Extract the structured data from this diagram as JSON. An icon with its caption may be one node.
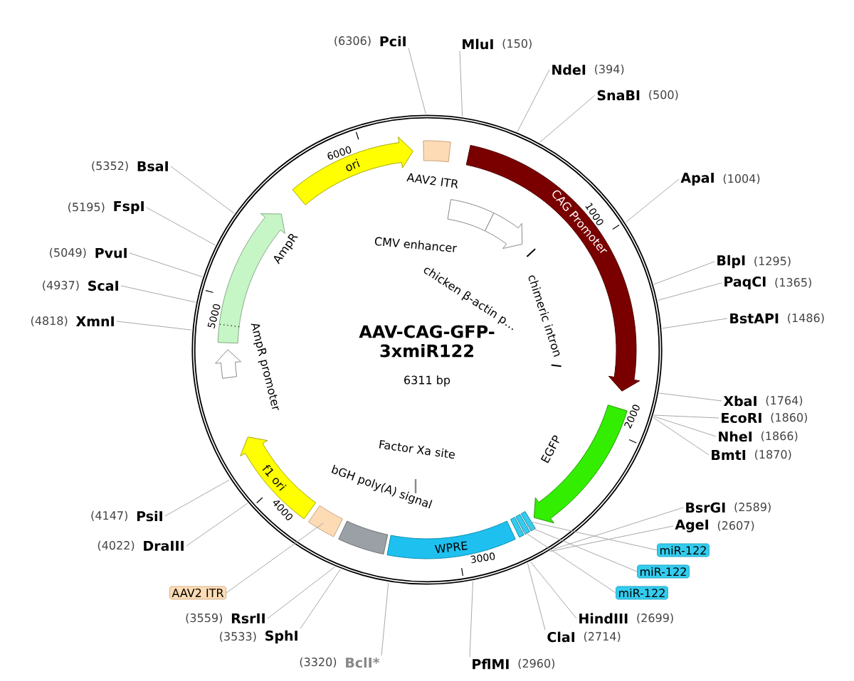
{
  "diagram": {
    "title": "AAV-CAG-GFP-3xmiR122",
    "nodes": [
      {
        "text": [
          "PciI"
        ],
        "beside": [
          "(6306)"
        ]
      },
      {
        "text": [
          "MluI"
        ],
        "beside": [
          "(150)"
        ]
      },
      {
        "text": [
          "NdeI"
        ],
        "beside": [
          "(394)"
        ]
      },
      {
        "text": [
          "SnaBI"
        ],
        "beside": [
          "(500)"
        ]
      },
      {
        "text": [
          "ApaI"
        ],
        "beside": [
          "(1004)"
        ]
      },
      {
        "text": [
          "BlpI"
        ],
        "beside": [
          "(1295)"
        ]
      },
      {
        "text": [
          "PaqCI"
        ],
        "beside": [
          "(1365)"
        ]
      },
      {
        "text": [
          "BstAPI"
        ],
        "beside": [
          "(1486)"
        ]
      },
      {
        "text": [
          "XbaI"
        ],
        "beside": [
          "(1764)"
        ]
      },
      {
        "text": [
          "EcoRI"
        ],
        "beside": [
          "(1860)"
        ]
      },
      {
        "text": [
          "NheI"
        ],
        "beside": [
          "(1866)"
        ]
      },
      {
        "text": [
          "BmtI"
        ],
        "beside": [
          "(1870)"
        ]
      },
      {
        "text": [
          "BsrGI"
        ],
        "beside": [
          "(2589)"
        ]
      },
      {
        "text": [
          "AgeI"
        ],
        "beside": [
          "(2607)"
        ]
      },
      {
        "text": [
          "miR-122"
        ]
      },
      {
        "text": [
          "miR-122"
        ]
      },
      {
        "text": [
          "miR-122"
        ]
      },
      {
        "text": [
          "HindIII"
        ],
        "beside": [
          "(2699)"
        ]
      },
      {
        "text": [
          "ClaI"
        ],
        "beside": [
          "(2714)"
        ]
      },
      {
        "text": [
          "PflMI"
        ],
        "beside": [
          "(2960)"
        ]
      },
      {
        "text": [
          "BclI*"
        ],
        "beside": [
          "(3320)"
        ]
      },
      {
        "text": [
          "SphI"
        ],
        "beside": [
          "(3533)"
        ]
      },
      {
        "text": [
          "RsrII"
        ],
        "beside": [
          "(3559)"
        ]
      },
      {
        "text": [
          "AAV2 ITR"
        ]
      },
      {
        "text": [
          "DraIII"
        ],
        "beside": [
          "(4022)"
        ]
      },
      {
        "text": [
          "PsiI"
        ],
        "beside": [
          "(4147)"
        ]
      },
      {
        "text": [
          "XmnI"
        ],
        "beside": [
          "(4818)"
        ]
      },
      {
        "text": [
          "ScaI"
        ],
        "beside": [
          "(4937)"
        ]
      },
      {
        "text": [
          "PvuI"
        ],
        "beside": [
          "(5049)"
        ]
      },
      {
        "text": [
          "FspI"
        ],
        "beside": [
          "(5195)"
        ]
      },
      {
        "text": [
          "BsaI"
        ],
        "beside": [
          "(5352)"
        ]
      },
      {
        "text": [
          "ori"
        ]
      },
      {
        "text": [],
        "shape": "box"
      },
      {
        "text": [
          "CAG Promoter"
        ]
      },
      {
        "text": [],
        "shape": "box"
      },
      {
        "text": [],
        "shape": "arrow"
      },
      {
        "text": [],
        "shape": "arrow"
      },
      {
        "text": [],
        "shape": "box"
      },
      {
        "text": [],
        "shape": "box"
      },
      {
        "text": [],
        "shape": "box"
      },
      {
        "text": [
          "WPRE"
        ]
      },
      {
        "text": [],
        "shape": "box"
      },
      {
        "text": [],
        "shape": "box"
      },
      {
        "text": [
          "f1 ori"
        ]
      },
      {
        "text": [],
        "shape": "arrow"
      },
      {
        "text": [],
        "shape": "arrow"
      }
    ],
    "edges": [
      {
        "from": 0,
        "to": null,
        "arrow": "none"
      },
      {
        "from": 1,
        "to": null,
        "arrow": "none"
      },
      {
        "from": 2,
        "to": null,
        "arrow": "none"
      },
      {
        "from": 3,
        "to": null,
        "arrow": "none"
      },
      {
        "from": 4,
        "to": null,
        "arrow": "none"
      },
      {
        "from": 5,
        "to": null,
        "arrow": "none"
      },
      {
        "from": 6,
        "to": null,
        "arrow": "none"
      },
      {
        "from": 7,
        "to": null,
        "arrow": "none"
      },
      {
        "from": 8,
        "to": null,
        "arrow": "none"
      },
      {
        "from": 9,
        "to": null,
        "arrow": "none"
      },
      {
        "from": 10,
        "to": null,
        "arrow": "none"
      },
      {
        "from": 11,
        "to": null,
        "arrow": "none"
      },
      {
        "from": 12,
        "to": null,
        "arrow": "none"
      },
      {
        "from": 13,
        "to": null,
        "arrow": "none"
      },
      {
        "from": 14,
        "to": 37,
        "arrow": "none"
      },
      {
        "from": 15,
        "to": 38,
        "arrow": "none"
      },
      {
        "from": 16,
        "to": 39,
        "arrow": "none"
      },
      {
        "from": 17,
        "to": null,
        "arrow": "none"
      },
      {
        "from": 18,
        "to": null,
        "arrow": "none"
      },
      {
        "from": 19,
        "to": null,
        "arrow": "none"
      },
      {
        "from": 20,
        "to": null,
        "arrow": "none"
      },
      {
        "from": 21,
        "to": null,
        "arrow": "none"
      },
      {
        "from": 22,
        "to": null,
        "arrow": "none"
      },
      {
        "from": 23,
        "to": 42,
        "arrow": "none"
      },
      {
        "from": 24,
        "to": null,
        "arrow": "none"
      },
      {
        "from": 25,
        "to": null,
        "arrow": "none"
      },
      {
        "from": 26,
        "to": null,
        "arrow": "none"
      },
      {
        "from": 27,
        "to": null,
        "arrow": "none"
      },
      {
        "from": 28,
        "to": null,
        "arrow": "none"
      },
      {
        "from": 29,
        "to": null,
        "arrow": "none"
      },
      {
        "from": 30,
        "to": null,
        "arrow": "none"
      }
    ],
    "labels": [
      "6000",
      "AAV2 ITR",
      "1000",
      "CMV enhancer",
      "chicken β-actin p…",
      "AmpR",
      "5000",
      "chimeric intron",
      "6311 bp",
      "AmpR promoter",
      "2000",
      "EGFP",
      "Factor Xa site",
      "bGH poly(A) signal",
      "4000",
      "3000"
    ]
  }
}
